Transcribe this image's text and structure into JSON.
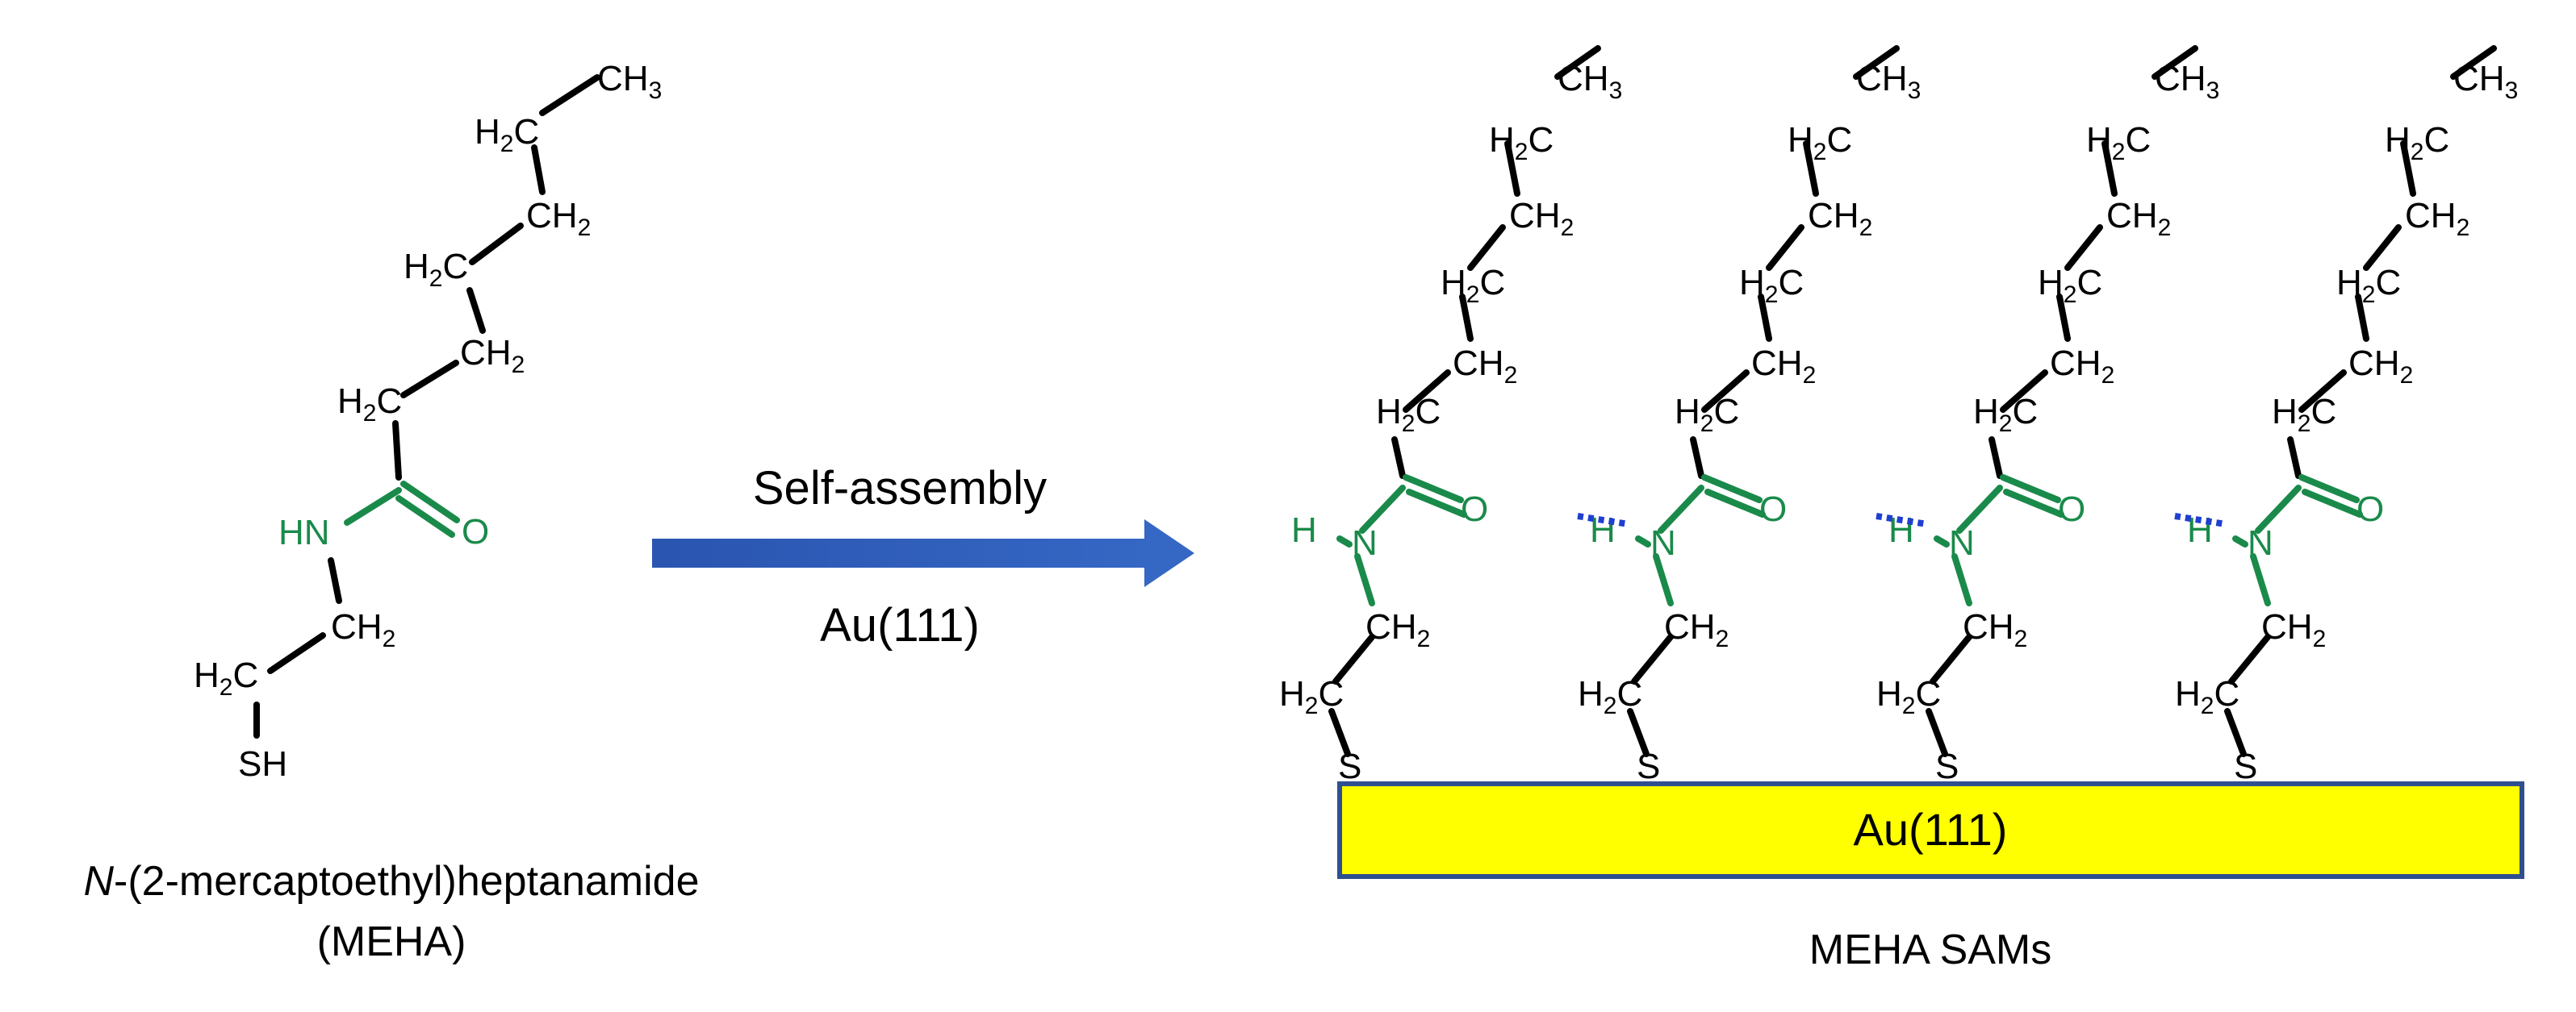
{
  "molecule": {
    "ch3": "CH",
    "ch3_sub": "3",
    "ch2": "CH",
    "h2c": "H",
    "h2c_c": "C",
    "two": "2",
    "hn": "HN",
    "o": "O",
    "sh": "SH",
    "name_italic": "N",
    "name_rest": "-(2-mercaptoethyl)heptanamide",
    "abbrev": "(MEHA)"
  },
  "arrow": {
    "top_label": "Self-assembly",
    "bottom_label": "Au(111)",
    "color_start": "#2a4fa0",
    "color_end": "#3a6fd0"
  },
  "sam": {
    "h": "H",
    "n": "N",
    "o": "O",
    "s": "S",
    "substrate_label": "Au(111)",
    "substrate_color": "#ffff00",
    "substrate_border": "#2f4f8f",
    "caption": "MEHA SAMs",
    "molecule_count": 4
  },
  "colors": {
    "amide": "#1a8a4a",
    "hbond": "#1f3fd1",
    "bond": "#000000"
  }
}
